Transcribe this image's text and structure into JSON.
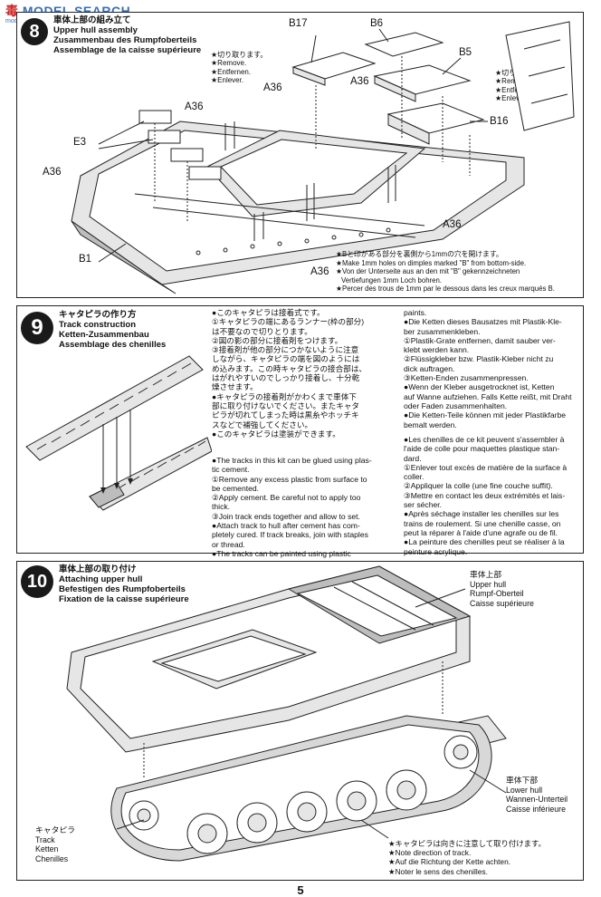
{
  "watermark": {
    "brand": "毒",
    "brand2": "MODEL SEARCH",
    "sub": "model.com"
  },
  "step8": {
    "number": "8",
    "title_jp": "車体上部の組み立て",
    "title_en": "Upper hull assembly",
    "title_de": "Zusammenbau des Rumpfoberteils",
    "title_fr": "Assemblage de la caisse supérieure",
    "cut_note_left": [
      "★切り取ります。",
      "★Remove.",
      "★Entfernen.",
      "★Enlever."
    ],
    "cut_note_right": [
      "★切り取ります。",
      "★Remove.",
      "★Entfernen.",
      "★Enlever."
    ],
    "parts": {
      "b17": "B17",
      "b6": "B6",
      "b5": "B5",
      "b16": "B16",
      "a36a": "A36",
      "a36b": "A36",
      "a36c": "A36",
      "a36d": "A36",
      "a36e": "A36",
      "e3": "E3",
      "b1": "B1"
    },
    "hole_note": [
      "★Bと印がある部分を裏側から1mmの穴を開けます。",
      "★Make 1mm holes on dimples marked \"B\" from bottom-side.",
      "★Von der Unterseite aus an den mit \"B\" gekennzeichneten",
      "Vertiefungen 1mm Loch bohren.",
      "★Percer des trous de 1mm par le dessous dans les creux marqués B."
    ]
  },
  "step9": {
    "number": "9",
    "title_jp": "キャタピラの作り方",
    "title_en": "Track construction",
    "title_de": "Ketten-Zusammenbau",
    "title_fr": "Assemblage des chenilles",
    "text_jp": [
      "●このキャタピラは接着式です。",
      "①キャタピラの端にあるランナー(枠の部分)",
      "は不要なので切りとります。",
      "②図の影の部分に接着剤をつけます。",
      "③接着剤が他の部分につかないように注意",
      "しながら、キャタピラの端を図のようには",
      "め込みます。この時キャタピラの接合部は、",
      "はがれやすいのでしっかり接着し、十分乾",
      "燥させます。",
      "●キャタピラの接着剤がかわくまで車体下",
      "部に取り付けないでください。またキャタ",
      "ピラが切れてしまった時は黒糸やホッチキ",
      "スなどで補強してください。",
      "●このキャタピラは塗装ができます。"
    ],
    "text_en": [
      "●The tracks in this kit can be glued using plas-",
      "tic cement.",
      "①Remove any excess plastic from surface to",
      "be cemented.",
      "②Apply cement. Be careful not to apply too",
      "thick.",
      "③Join track ends together and allow to set.",
      "●Attach track to hull after cement has com-",
      "pletely cured. If track breaks, join with staples",
      "or thread.",
      "●The tracks can be painted using plastic"
    ],
    "text_de": [
      "paints.",
      "●Die Ketten dieses Bausatzes mit Plastik-Kle-",
      "ber zusammenkleben.",
      "①Plastik-Grate entfernen, damit sauber ver-",
      "klebt werden kann.",
      "②Flüssigkleber bzw. Plastik-Kleber nicht zu",
      "dick auftragen.",
      "③Ketten-Enden zusammenpressen.",
      "●Wenn der Kleber ausgetrocknet ist, Ketten",
      "auf Wanne aufziehen. Falls Kette reißt, mit Draht",
      "oder Faden zusammenhalten.",
      "●Die Ketten-Teile können mit jeder Plastikfarbe",
      "bemalt werden."
    ],
    "text_fr": [
      "●Les chenilles de ce kit peuvent s'assembler à",
      "l'aide de colle pour maquettes plastique stan-",
      "dard.",
      "①Enlever tout excès de matière de la surface à",
      "coller.",
      "②Appliquer la colle (une fine couche suffit).",
      "③Mettre en contact les deux extrémités et lais-",
      "ser sécher.",
      "●Après séchage installer les chenilles sur les",
      "trains de roulement. Si une chenille casse, on",
      "peut la réparer à l'aide d'une agrafe ou de fil.",
      "●La peinture des chenilles peut se réaliser à la",
      "peinture acrylique."
    ]
  },
  "step10": {
    "number": "10",
    "title_jp": "車体上部の取り付け",
    "title_en": "Attaching upper hull",
    "title_de": "Befestigen des Rumpfoberteils",
    "title_fr": "Fixation de la caisse supérieure",
    "label_upper": [
      "車体上部",
      "Upper hull",
      "Rumpf-Oberteil",
      "Caisse supérieure"
    ],
    "label_lower": [
      "車体下部",
      "Lower hull",
      "Wannen-Unterteil",
      "Caisse inférieure"
    ],
    "label_track": [
      "キャタピラ",
      "Track",
      "Ketten",
      "Chenilles"
    ],
    "direction_note": [
      "★キャタピラは向きに注意して取り付けます。",
      "★Note direction of track.",
      "★Auf die Richtung der Kette achten.",
      "★Noter le sens des chenilles."
    ]
  },
  "page_number": "5"
}
